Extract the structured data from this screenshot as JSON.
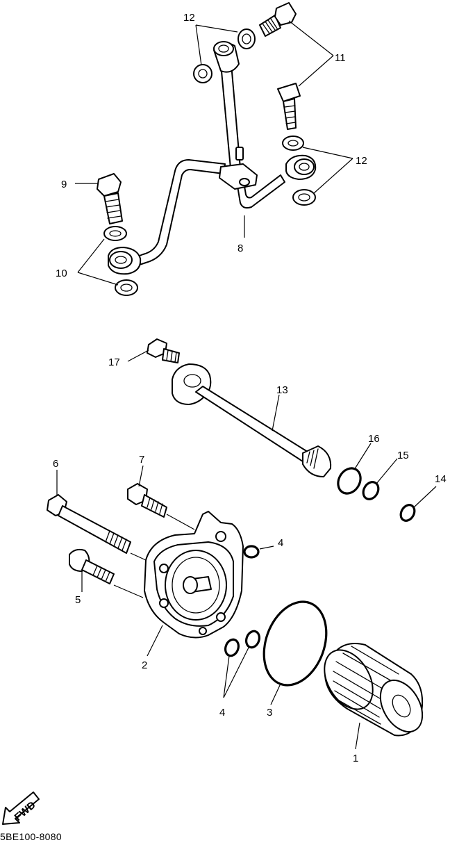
{
  "diagram": {
    "callouts": {
      "c1": "1",
      "c2": "2",
      "c3": "3",
      "c4a": "4",
      "c4b": "4",
      "c5": "5",
      "c6": "6",
      "c7": "7",
      "c8": "8",
      "c9": "9",
      "c10": "10",
      "c11": "11",
      "c12a": "12",
      "c12b": "12",
      "c13": "13",
      "c14": "14",
      "c15": "15",
      "c16": "16",
      "c17": "17"
    },
    "fwd_label": "FWD",
    "code": "5BE100-8080"
  }
}
